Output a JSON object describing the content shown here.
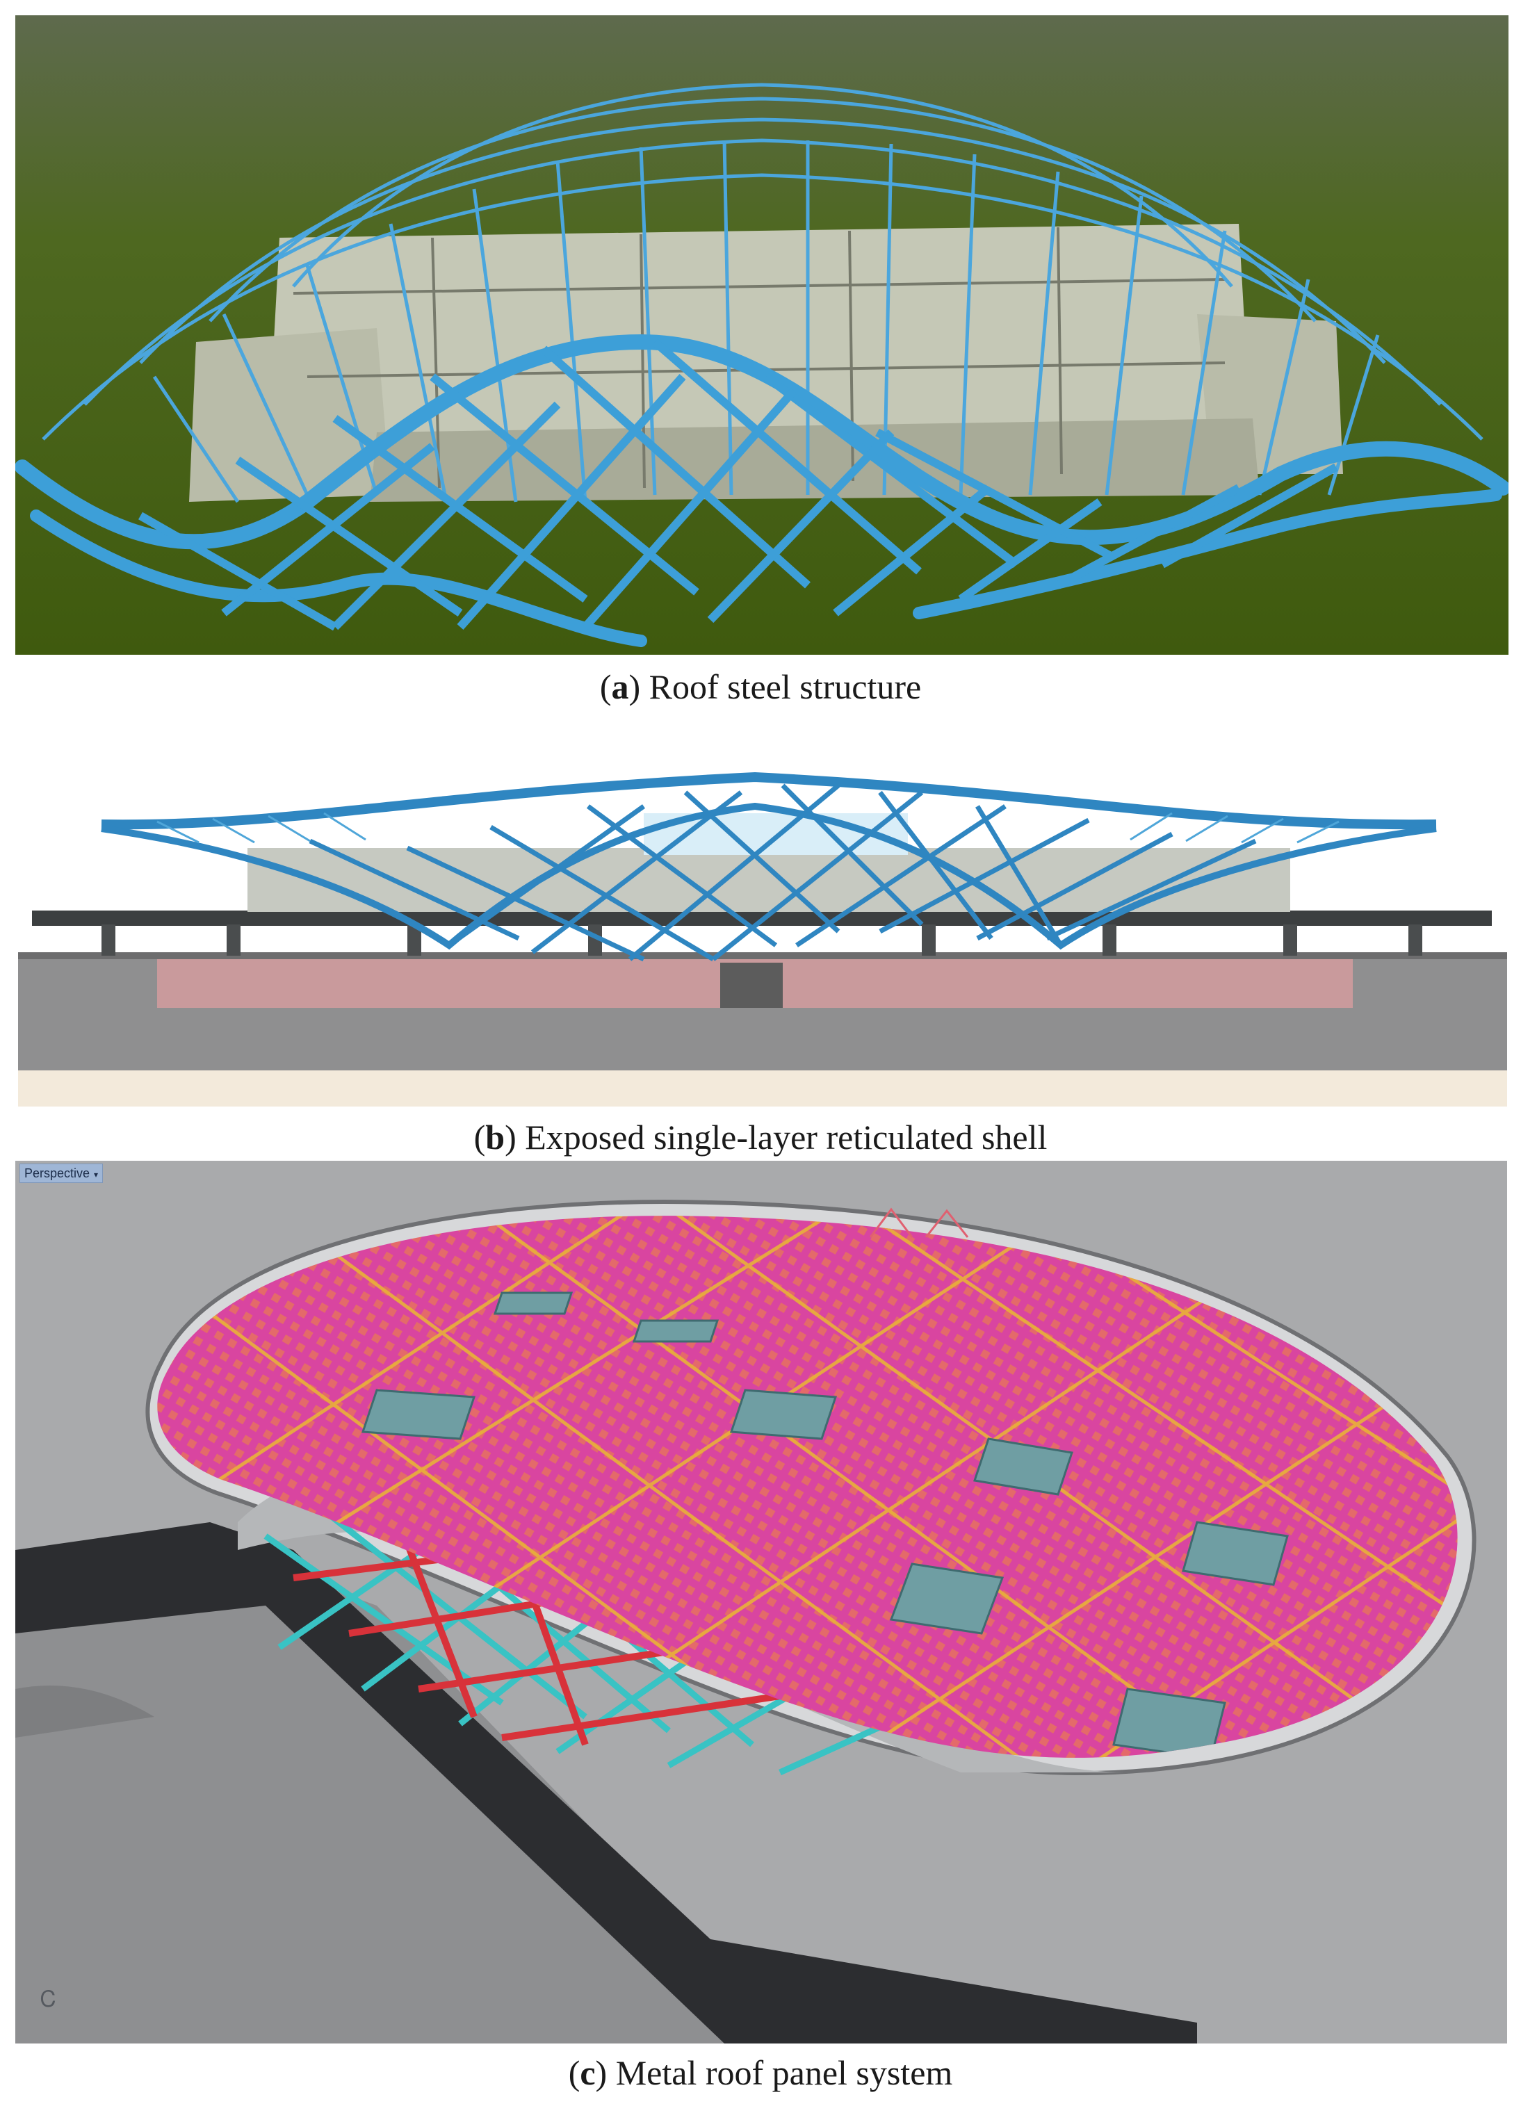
{
  "figure": {
    "panels": [
      {
        "letter": "a",
        "caption": "Roof steel structure"
      },
      {
        "letter": "b",
        "caption": "Exposed single-layer reticulated shell"
      },
      {
        "letter": "c",
        "caption": "Metal roof panel system"
      }
    ],
    "viewport": {
      "label": "Perspective",
      "menu_glyph": "▾"
    },
    "axis_glyph": "Ꮯ",
    "colors": {
      "steel_blue": "#3d9fd8",
      "ground_green": "#4f6b1f",
      "sky_green": "#5d6b4b",
      "building_grey": "#c9cbb8",
      "podium_pink": "#c99a9c",
      "roof_magenta": "#d945a0",
      "roof_grid_yellow": "#e8b13a",
      "underside_red": "#d8323a",
      "underside_cyan": "#39c3c4",
      "viewport_bg": "#a9aaac"
    }
  }
}
